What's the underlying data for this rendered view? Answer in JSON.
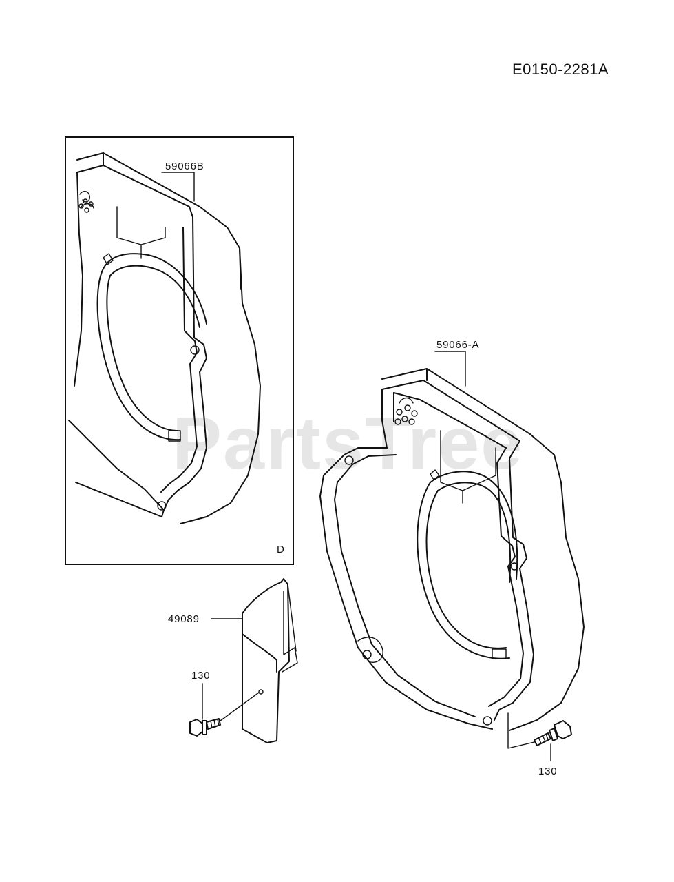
{
  "diagram_code": "E0150-2281A",
  "watermark": "PartsTree",
  "inset_box_letter": "D",
  "part_labels": {
    "shroud_b": "59066B",
    "shroud_a": "59066-A",
    "cover": "49089",
    "bolt_left": "130",
    "bolt_right": "130"
  }
}
